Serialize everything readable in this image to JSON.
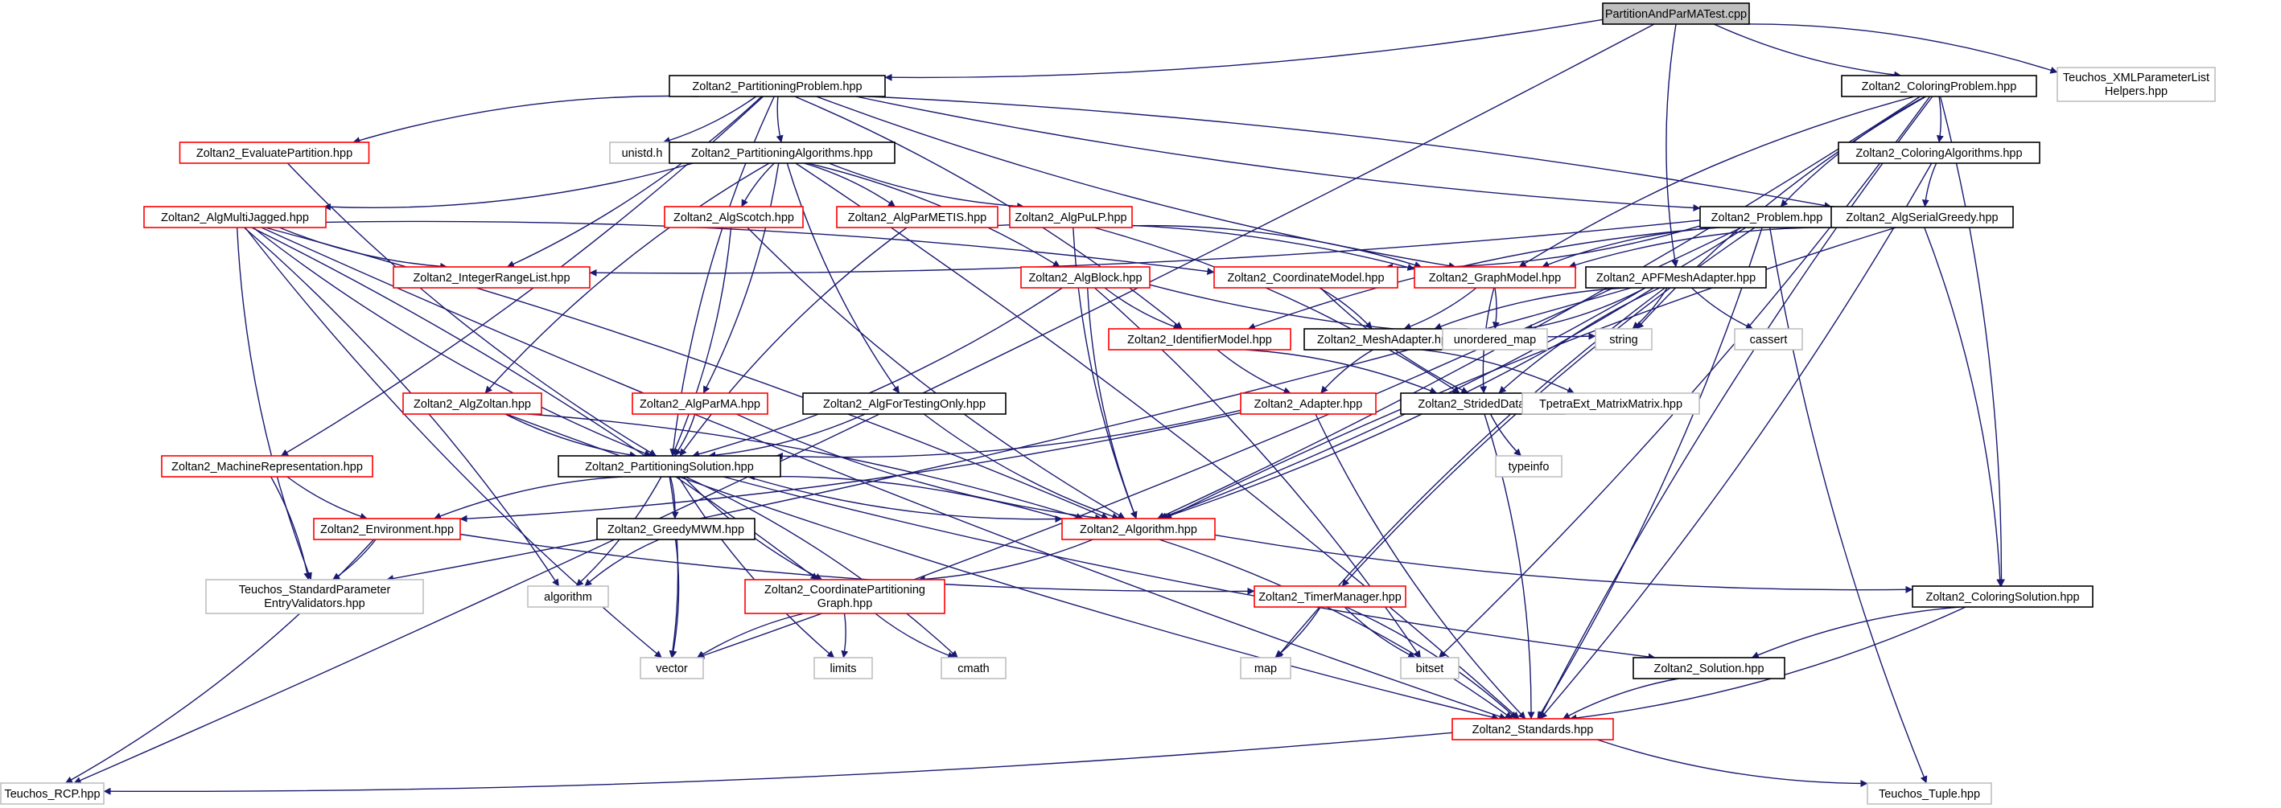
{
  "colors": {
    "edge": "#191970",
    "border_documented": "#000000",
    "border_undocumented_missing": "#ff0000",
    "border_external": "#bfbfbf",
    "root_fill": "#bfbfbf",
    "node_fill": "#ffffff"
  },
  "nodes": [
    {
      "id": "root",
      "label": "PartitionAndParMATest.cpp",
      "kind": "root"
    },
    {
      "id": "pp",
      "label": "Zoltan2_PartitioningProblem.hpp",
      "kind": "doc"
    },
    {
      "id": "cp",
      "label": "Zoltan2_ColoringProblem.hpp",
      "kind": "doc"
    },
    {
      "id": "txml",
      "label": "Teuchos_XMLParameterList Helpers.hpp",
      "kind": "ext"
    },
    {
      "id": "ep",
      "label": "Zoltan2_EvaluatePartition.hpp",
      "kind": "red"
    },
    {
      "id": "unistd",
      "label": "unistd.h",
      "kind": "ext"
    },
    {
      "id": "pa",
      "label": "Zoltan2_PartitioningAlgorithms.hpp",
      "kind": "doc"
    },
    {
      "id": "ca",
      "label": "Zoltan2_ColoringAlgorithms.hpp",
      "kind": "doc"
    },
    {
      "id": "amj",
      "label": "Zoltan2_AlgMultiJagged.hpp",
      "kind": "red"
    },
    {
      "id": "asc",
      "label": "Zoltan2_AlgScotch.hpp",
      "kind": "red"
    },
    {
      "id": "apm",
      "label": "Zoltan2_AlgParMETIS.hpp",
      "kind": "red"
    },
    {
      "id": "apu",
      "label": "Zoltan2_AlgPuLP.hpp",
      "kind": "red"
    },
    {
      "id": "prob",
      "label": "Zoltan2_Problem.hpp",
      "kind": "doc"
    },
    {
      "id": "asg",
      "label": "Zoltan2_AlgSerialGreedy.hpp",
      "kind": "doc"
    },
    {
      "id": "irl",
      "label": "Zoltan2_IntegerRangeList.hpp",
      "kind": "red"
    },
    {
      "id": "ab",
      "label": "Zoltan2_AlgBlock.hpp",
      "kind": "red"
    },
    {
      "id": "cm",
      "label": "Zoltan2_CoordinateModel.hpp",
      "kind": "red"
    },
    {
      "id": "gm",
      "label": "Zoltan2_GraphModel.hpp",
      "kind": "red"
    },
    {
      "id": "apf",
      "label": "Zoltan2_APFMeshAdapter.hpp",
      "kind": "doc"
    },
    {
      "id": "im",
      "label": "Zoltan2_IdentifierModel.hpp",
      "kind": "red"
    },
    {
      "id": "ma",
      "label": "Zoltan2_MeshAdapter.hpp",
      "kind": "doc"
    },
    {
      "id": "umap",
      "label": "unordered_map",
      "kind": "ext"
    },
    {
      "id": "str",
      "label": "string",
      "kind": "ext"
    },
    {
      "id": "cas",
      "label": "cassert",
      "kind": "ext"
    },
    {
      "id": "az",
      "label": "Zoltan2_AlgZoltan.hpp",
      "kind": "red"
    },
    {
      "id": "apma",
      "label": "Zoltan2_AlgParMA.hpp",
      "kind": "red"
    },
    {
      "id": "aft",
      "label": "Zoltan2_AlgForTestingOnly.hpp",
      "kind": "doc"
    },
    {
      "id": "ad",
      "label": "Zoltan2_Adapter.hpp",
      "kind": "red"
    },
    {
      "id": "sd",
      "label": "Zoltan2_StridedData.hpp",
      "kind": "doc"
    },
    {
      "id": "tpe",
      "label": "TpetraExt_MatrixMatrix.hpp",
      "kind": "ext"
    },
    {
      "id": "mr",
      "label": "Zoltan2_MachineRepresentation.hpp",
      "kind": "red"
    },
    {
      "id": "ps",
      "label": "Zoltan2_PartitioningSolution.hpp",
      "kind": "doc"
    },
    {
      "id": "ti",
      "label": "typeinfo",
      "kind": "ext"
    },
    {
      "id": "env",
      "label": "Zoltan2_Environment.hpp",
      "kind": "red"
    },
    {
      "id": "gmwm",
      "label": "Zoltan2_GreedyMWM.hpp",
      "kind": "doc"
    },
    {
      "id": "alg",
      "label": "Zoltan2_Algorithm.hpp",
      "kind": "red"
    },
    {
      "id": "tspv",
      "label": "Teuchos_StandardParameter EntryValidators.hpp",
      "kind": "ext"
    },
    {
      "id": "algo",
      "label": "algorithm",
      "kind": "ext"
    },
    {
      "id": "cpg",
      "label": "Zoltan2_CoordinatePartitioning Graph.hpp",
      "kind": "red"
    },
    {
      "id": "tm",
      "label": "Zoltan2_TimerManager.hpp",
      "kind": "red"
    },
    {
      "id": "cs",
      "label": "Zoltan2_ColoringSolution.hpp",
      "kind": "doc"
    },
    {
      "id": "vec",
      "label": "vector",
      "kind": "ext"
    },
    {
      "id": "lim",
      "label": "limits",
      "kind": "ext"
    },
    {
      "id": "cmath",
      "label": "cmath",
      "kind": "ext"
    },
    {
      "id": "map",
      "label": "map",
      "kind": "ext"
    },
    {
      "id": "bitset",
      "label": "bitset",
      "kind": "ext"
    },
    {
      "id": "sol",
      "label": "Zoltan2_Solution.hpp",
      "kind": "doc"
    },
    {
      "id": "std",
      "label": "Zoltan2_Standards.hpp",
      "kind": "red"
    },
    {
      "id": "rcp",
      "label": "Teuchos_RCP.hpp",
      "kind": "ext"
    },
    {
      "id": "tup",
      "label": "Teuchos_Tuple.hpp",
      "kind": "ext"
    }
  ],
  "edges": [
    [
      "root",
      "pp"
    ],
    [
      "root",
      "cp"
    ],
    [
      "root",
      "txml"
    ],
    [
      "root",
      "apf"
    ],
    [
      "root",
      "rcp"
    ],
    [
      "pp",
      "ep"
    ],
    [
      "pp",
      "unistd"
    ],
    [
      "pp",
      "pa"
    ],
    [
      "pp",
      "irl"
    ],
    [
      "pp",
      "ps"
    ],
    [
      "pp",
      "mr"
    ],
    [
      "pp",
      "gm"
    ],
    [
      "pp",
      "im"
    ],
    [
      "pp",
      "prob"
    ],
    [
      "pp",
      "asg"
    ],
    [
      "cp",
      "prob"
    ],
    [
      "cp",
      "ca"
    ],
    [
      "cp",
      "gm"
    ],
    [
      "cp",
      "cs"
    ],
    [
      "cp",
      "str"
    ],
    [
      "cp",
      "alg"
    ],
    [
      "cp",
      "std"
    ],
    [
      "cp",
      "bitset"
    ],
    [
      "ca",
      "asg"
    ],
    [
      "ca",
      "std"
    ],
    [
      "ep",
      "ps"
    ],
    [
      "pa",
      "amj"
    ],
    [
      "pa",
      "asc"
    ],
    [
      "pa",
      "apm"
    ],
    [
      "pa",
      "apu"
    ],
    [
      "pa",
      "ab"
    ],
    [
      "pa",
      "az"
    ],
    [
      "pa",
      "apma"
    ],
    [
      "pa",
      "aft"
    ],
    [
      "pa",
      "std"
    ],
    [
      "amj",
      "irl"
    ],
    [
      "amj",
      "cm"
    ],
    [
      "amj",
      "ps"
    ],
    [
      "amj",
      "alg"
    ],
    [
      "amj",
      "tspv"
    ],
    [
      "amj",
      "algo"
    ],
    [
      "amj",
      "vec"
    ],
    [
      "amj",
      "cpg"
    ],
    [
      "amj",
      "std"
    ],
    [
      "asc",
      "ps"
    ],
    [
      "asc",
      "alg"
    ],
    [
      "apm",
      "gm"
    ],
    [
      "apm",
      "ps"
    ],
    [
      "apu",
      "gm"
    ],
    [
      "apu",
      "alg"
    ],
    [
      "apu",
      "sd"
    ],
    [
      "ab",
      "im"
    ],
    [
      "ab",
      "ps"
    ],
    [
      "ab",
      "alg"
    ],
    [
      "ab",
      "bitset"
    ],
    [
      "ab",
      "str"
    ],
    [
      "prob",
      "irl"
    ],
    [
      "prob",
      "gm"
    ],
    [
      "prob",
      "cm"
    ],
    [
      "prob",
      "im"
    ],
    [
      "prob",
      "alg"
    ],
    [
      "prob",
      "tm"
    ],
    [
      "prob",
      "std"
    ],
    [
      "prob",
      "tup"
    ],
    [
      "prob",
      "vec"
    ],
    [
      "asg",
      "gm"
    ],
    [
      "asg",
      "cs"
    ],
    [
      "asg",
      "alg"
    ],
    [
      "cm",
      "ma"
    ],
    [
      "cm",
      "sd"
    ],
    [
      "gm",
      "ma"
    ],
    [
      "gm",
      "sd"
    ],
    [
      "gm",
      "umap"
    ],
    [
      "apf",
      "ma"
    ],
    [
      "apf",
      "str"
    ],
    [
      "apf",
      "cas"
    ],
    [
      "apf",
      "umap"
    ],
    [
      "apf",
      "sd"
    ],
    [
      "apf",
      "alg"
    ],
    [
      "apf",
      "map"
    ],
    [
      "apf",
      "tspv"
    ],
    [
      "im",
      "ad"
    ],
    [
      "im",
      "sd"
    ],
    [
      "ma",
      "ad"
    ],
    [
      "ma",
      "tpe"
    ],
    [
      "az",
      "ps"
    ],
    [
      "az",
      "alg"
    ],
    [
      "az",
      "std"
    ],
    [
      "apma",
      "ps"
    ],
    [
      "apma",
      "alg"
    ],
    [
      "aft",
      "ps"
    ],
    [
      "aft",
      "alg"
    ],
    [
      "ad",
      "ps"
    ],
    [
      "ad",
      "std"
    ],
    [
      "ad",
      "env"
    ],
    [
      "sd",
      "ti"
    ],
    [
      "sd",
      "std"
    ],
    [
      "mr",
      "env"
    ],
    [
      "mr",
      "tspv"
    ],
    [
      "ps",
      "env"
    ],
    [
      "ps",
      "gmwm"
    ],
    [
      "ps",
      "alg"
    ],
    [
      "ps",
      "algo"
    ],
    [
      "ps",
      "cpg"
    ],
    [
      "ps",
      "vec"
    ],
    [
      "ps",
      "lim"
    ],
    [
      "ps",
      "cmath"
    ],
    [
      "ps",
      "sol"
    ],
    [
      "env",
      "tspv"
    ],
    [
      "env",
      "tm"
    ],
    [
      "env",
      "rcp"
    ],
    [
      "gmwm",
      "algo"
    ],
    [
      "gmwm",
      "vec"
    ],
    [
      "alg",
      "ps"
    ],
    [
      "alg",
      "cpg"
    ],
    [
      "alg",
      "cs"
    ],
    [
      "alg",
      "std"
    ],
    [
      "cpg",
      "vec"
    ],
    [
      "cpg",
      "lim"
    ],
    [
      "cpg",
      "cmath"
    ],
    [
      "tm",
      "map"
    ],
    [
      "tm",
      "bitset"
    ],
    [
      "tm",
      "std"
    ],
    [
      "cs",
      "sol"
    ],
    [
      "cs",
      "std"
    ],
    [
      "sol",
      "std"
    ],
    [
      "std",
      "rcp"
    ],
    [
      "std",
      "tup"
    ]
  ]
}
